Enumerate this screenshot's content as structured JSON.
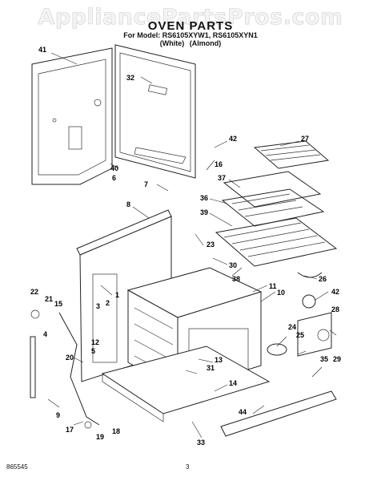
{
  "header": {
    "watermark": "AppliancePartsPros.com",
    "title": "OVEN PARTS",
    "model_line": "For Model: RS6105XYW1, RS6105XYN1",
    "variants": "(White)   (Almond)"
  },
  "callouts": [
    {
      "label": "41"
    },
    {
      "label": "32"
    },
    {
      "label": "42"
    },
    {
      "label": "27"
    },
    {
      "label": "16"
    },
    {
      "label": "37"
    },
    {
      "label": "40"
    },
    {
      "label": "6"
    },
    {
      "label": "7"
    },
    {
      "label": "36"
    },
    {
      "label": "8"
    },
    {
      "label": "39"
    },
    {
      "label": "23"
    },
    {
      "label": "30"
    },
    {
      "label": "38"
    },
    {
      "label": "26"
    },
    {
      "label": "11"
    },
    {
      "label": "10"
    },
    {
      "label": "42"
    },
    {
      "label": "1"
    },
    {
      "label": "22"
    },
    {
      "label": "21"
    },
    {
      "label": "15"
    },
    {
      "label": "3"
    },
    {
      "label": "2"
    },
    {
      "label": "28"
    },
    {
      "label": "24"
    },
    {
      "label": "4"
    },
    {
      "label": "12"
    },
    {
      "label": "25"
    },
    {
      "label": "13"
    },
    {
      "label": "20"
    },
    {
      "label": "5"
    },
    {
      "label": "31"
    },
    {
      "label": "35"
    },
    {
      "label": "29"
    },
    {
      "label": "14"
    },
    {
      "label": "9"
    },
    {
      "label": "44"
    },
    {
      "label": "17"
    },
    {
      "label": "19"
    },
    {
      "label": "18"
    },
    {
      "label": "33"
    }
  ],
  "footer": {
    "doc_number": "865545",
    "page": "3"
  }
}
